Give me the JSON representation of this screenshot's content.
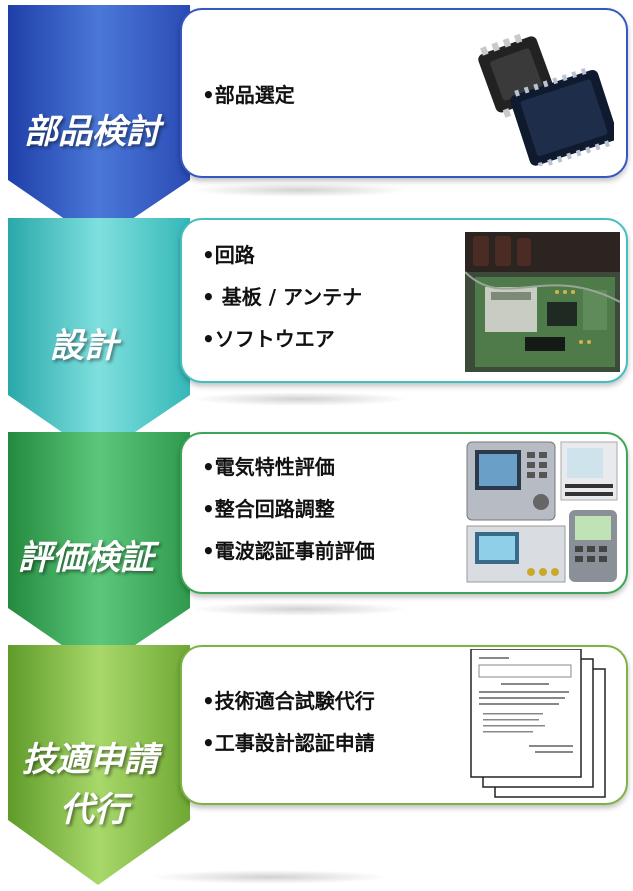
{
  "stages": [
    {
      "label": "部品検討",
      "items": [
        "•部品選定"
      ],
      "icon": "ic-chip-icon"
    },
    {
      "label": "設計",
      "items": [
        "•回路",
        "• 基板 / アンテナ",
        "•ソフトウエア"
      ],
      "icon": "circuit-board-photo"
    },
    {
      "label": "評価検証",
      "items": [
        "•電気特性評価",
        "•整合回路調整",
        "•電波認証事前評価"
      ],
      "icon": "test-instruments-icon"
    },
    {
      "label_lines": [
        "技適申請",
        "代行"
      ],
      "items": [
        "•技術適合試験代行",
        "•工事設計認証申請"
      ],
      "icon": "document-stack-icon"
    }
  ],
  "colors": {
    "stage1": "#3558c0",
    "stage2": "#43bfc0",
    "stage3": "#3ca657",
    "stage4": "#7cb342"
  }
}
